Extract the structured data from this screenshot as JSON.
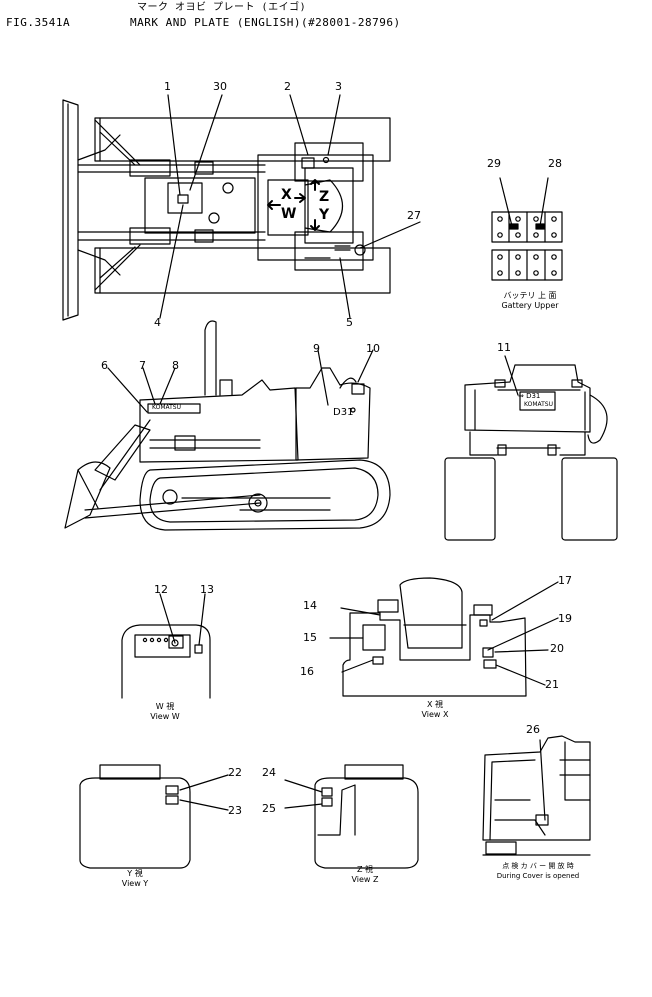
{
  "header": {
    "fig_id": "FIG.3541A",
    "title_jp": "マーク オヨビ プレート (エイゴ)",
    "title_en": "MARK AND PLATE (ENGLISH)(#28001-28796)"
  },
  "callouts": [
    "1",
    "30",
    "2",
    "3",
    "27",
    "4",
    "5",
    "29",
    "28",
    "6",
    "7",
    "8",
    "9",
    "10",
    "11",
    "12",
    "13",
    "14",
    "15",
    "16",
    "17",
    "19",
    "20",
    "21",
    "22",
    "23",
    "24",
    "25",
    "26"
  ],
  "top_view_letters": {
    "x": "X",
    "w": "W",
    "z": "Z",
    "y": "Y"
  },
  "machine_text": {
    "komatsu": "KOMATSU",
    "model": "D31",
    "model_arrow": "⇒ D31"
  },
  "captions": {
    "battery_jp": "バッテリ 上 面",
    "battery_en": "Gattery Upper",
    "view_w_jp": "W 視",
    "view_w_en": "View  W",
    "view_x_jp": "X 視",
    "view_x_en": "View  X",
    "view_y_jp": "Y 視",
    "view_y_en": "View  Y",
    "view_z_jp": "Z 視",
    "view_z_en": "View  Z",
    "cover_jp": "点 検 カ バ ー 開 放 時",
    "cover_en": "During  Cover  is  opened"
  }
}
